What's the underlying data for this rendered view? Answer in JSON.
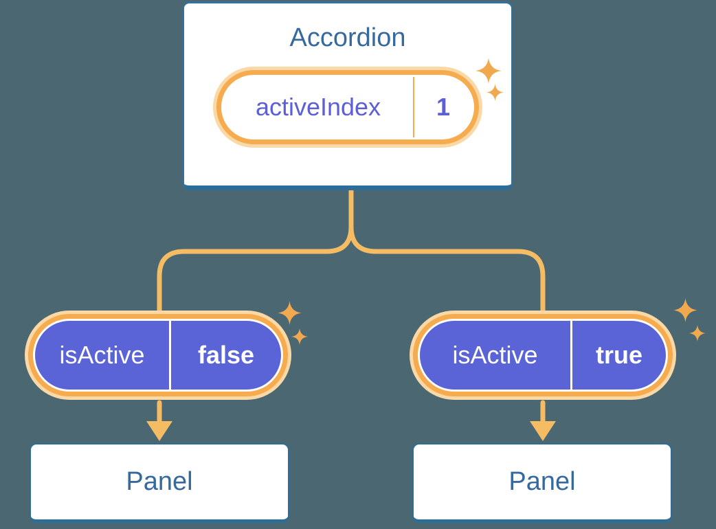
{
  "colors": {
    "background": "#4B6771",
    "card_border_blue": "#2E6D98",
    "heading_blue": "#36699E",
    "pill_purple": "#5A64D6",
    "pill_indigo_text": "#5D5FD6",
    "pill_ring_orange": "#F5AB4E",
    "pill_halo_orange": "#FBD9A6",
    "connector_orange": "#F6BC64",
    "sparkle_orange": "#F0A94F",
    "white": "#FFFFFF"
  },
  "icons": {
    "sparkle": "sparkle-icon (four-point star)",
    "arrow": "arrow-down-icon"
  },
  "accordion": {
    "title": "Accordion",
    "state": {
      "name": "activeIndex",
      "value": "1"
    }
  },
  "branches": [
    {
      "prop": {
        "name": "isActive",
        "value": "false"
      },
      "panel": {
        "title": "Panel"
      }
    },
    {
      "prop": {
        "name": "isActive",
        "value": "true"
      },
      "panel": {
        "title": "Panel"
      }
    }
  ]
}
